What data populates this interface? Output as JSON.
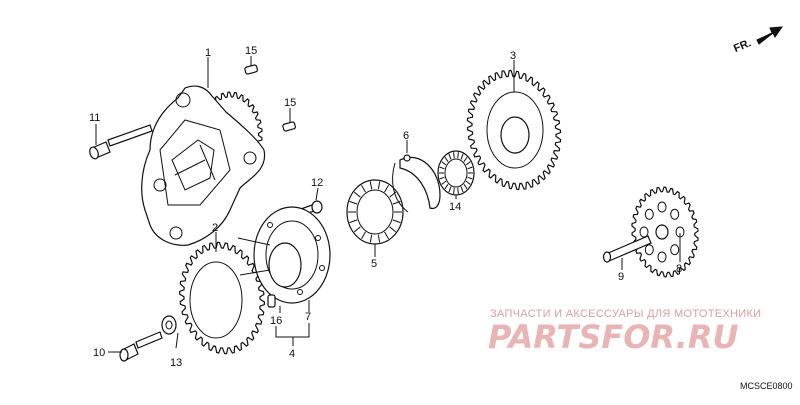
{
  "diagram": {
    "direction_label": "FR.",
    "drawing_code": "MCSCE0800",
    "callouts": [
      "1",
      "2",
      "3",
      "4",
      "5",
      "6",
      "7",
      "8",
      "9",
      "10",
      "11",
      "12",
      "13",
      "14",
      "15",
      "15",
      "16"
    ],
    "watermark": {
      "tagline": "ЗАПЧАСТИ И АКСЕССУАРЫ ДЛЯ МОТОТЕХНИКИ",
      "logo": "PARTSFOR.RU"
    }
  }
}
